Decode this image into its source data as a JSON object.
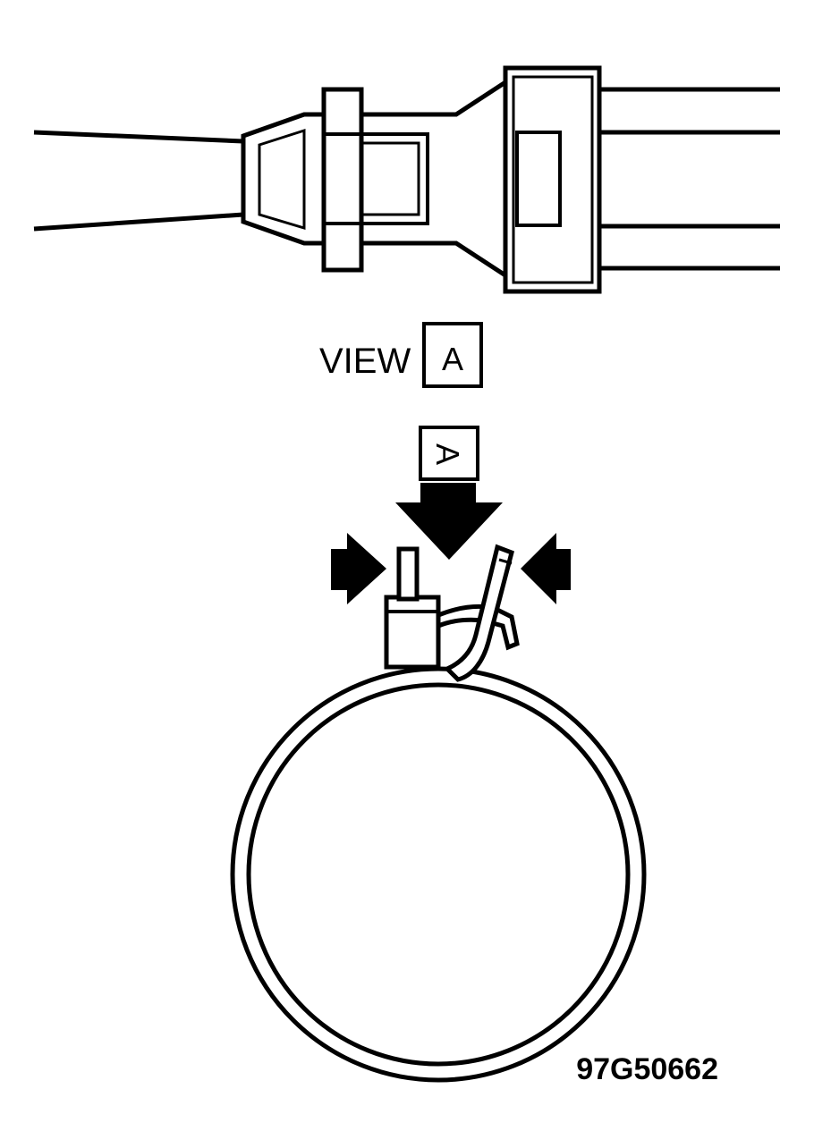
{
  "view_label": {
    "word": "VIEW",
    "letter": "A"
  },
  "view_marker_letter": "A",
  "figure_code": "97G50662",
  "colors": {
    "line": "#000000",
    "background": "#ffffff"
  }
}
